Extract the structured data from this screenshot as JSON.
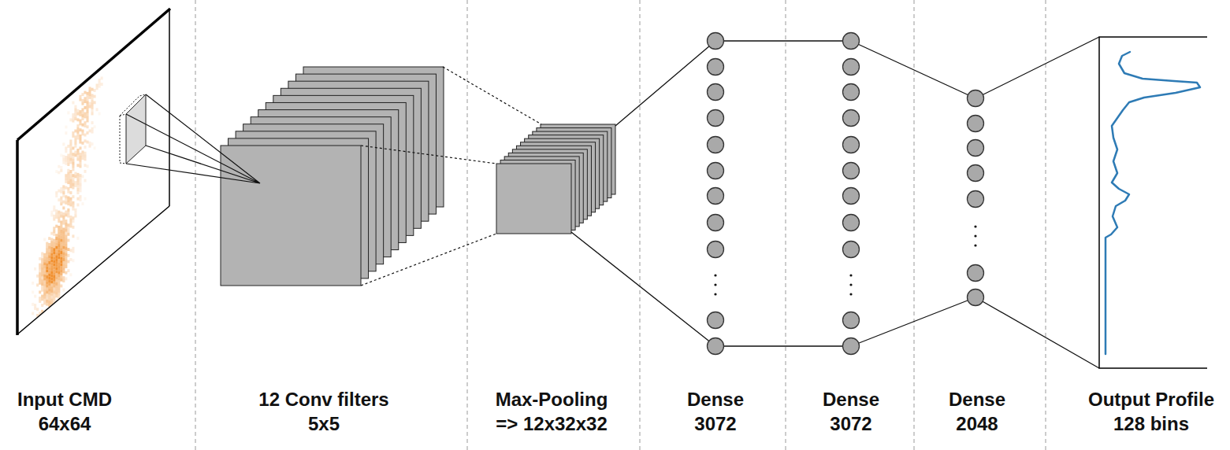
{
  "diagram": {
    "nodes": [
      {
        "text": [
          "Input CMD",
          "64x64"
        ]
      },
      {
        "text": [
          "12 Conv filters",
          "5x5"
        ]
      },
      {
        "text": [
          "Max-Pooling",
          "=> 12x32x32"
        ]
      },
      {
        "text": [
          "Dense",
          "3072"
        ]
      },
      {
        "text": [
          "Dense",
          "3072"
        ]
      },
      {
        "text": [
          "Dense",
          "2048"
        ]
      },
      {
        "text": [
          "Output Profile",
          "128 bins"
        ]
      }
    ],
    "edges": [
      {
        "from": 0,
        "to": 1,
        "arrow": "none"
      },
      {
        "from": 1,
        "to": 2,
        "arrow": "none"
      },
      {
        "from": 2,
        "to": 3,
        "arrow": "none"
      },
      {
        "from": 3,
        "to": 4,
        "arrow": "none"
      },
      {
        "from": 4,
        "to": 5,
        "arrow": "none"
      },
      {
        "from": 5,
        "to": 6,
        "arrow": "none"
      }
    ]
  }
}
